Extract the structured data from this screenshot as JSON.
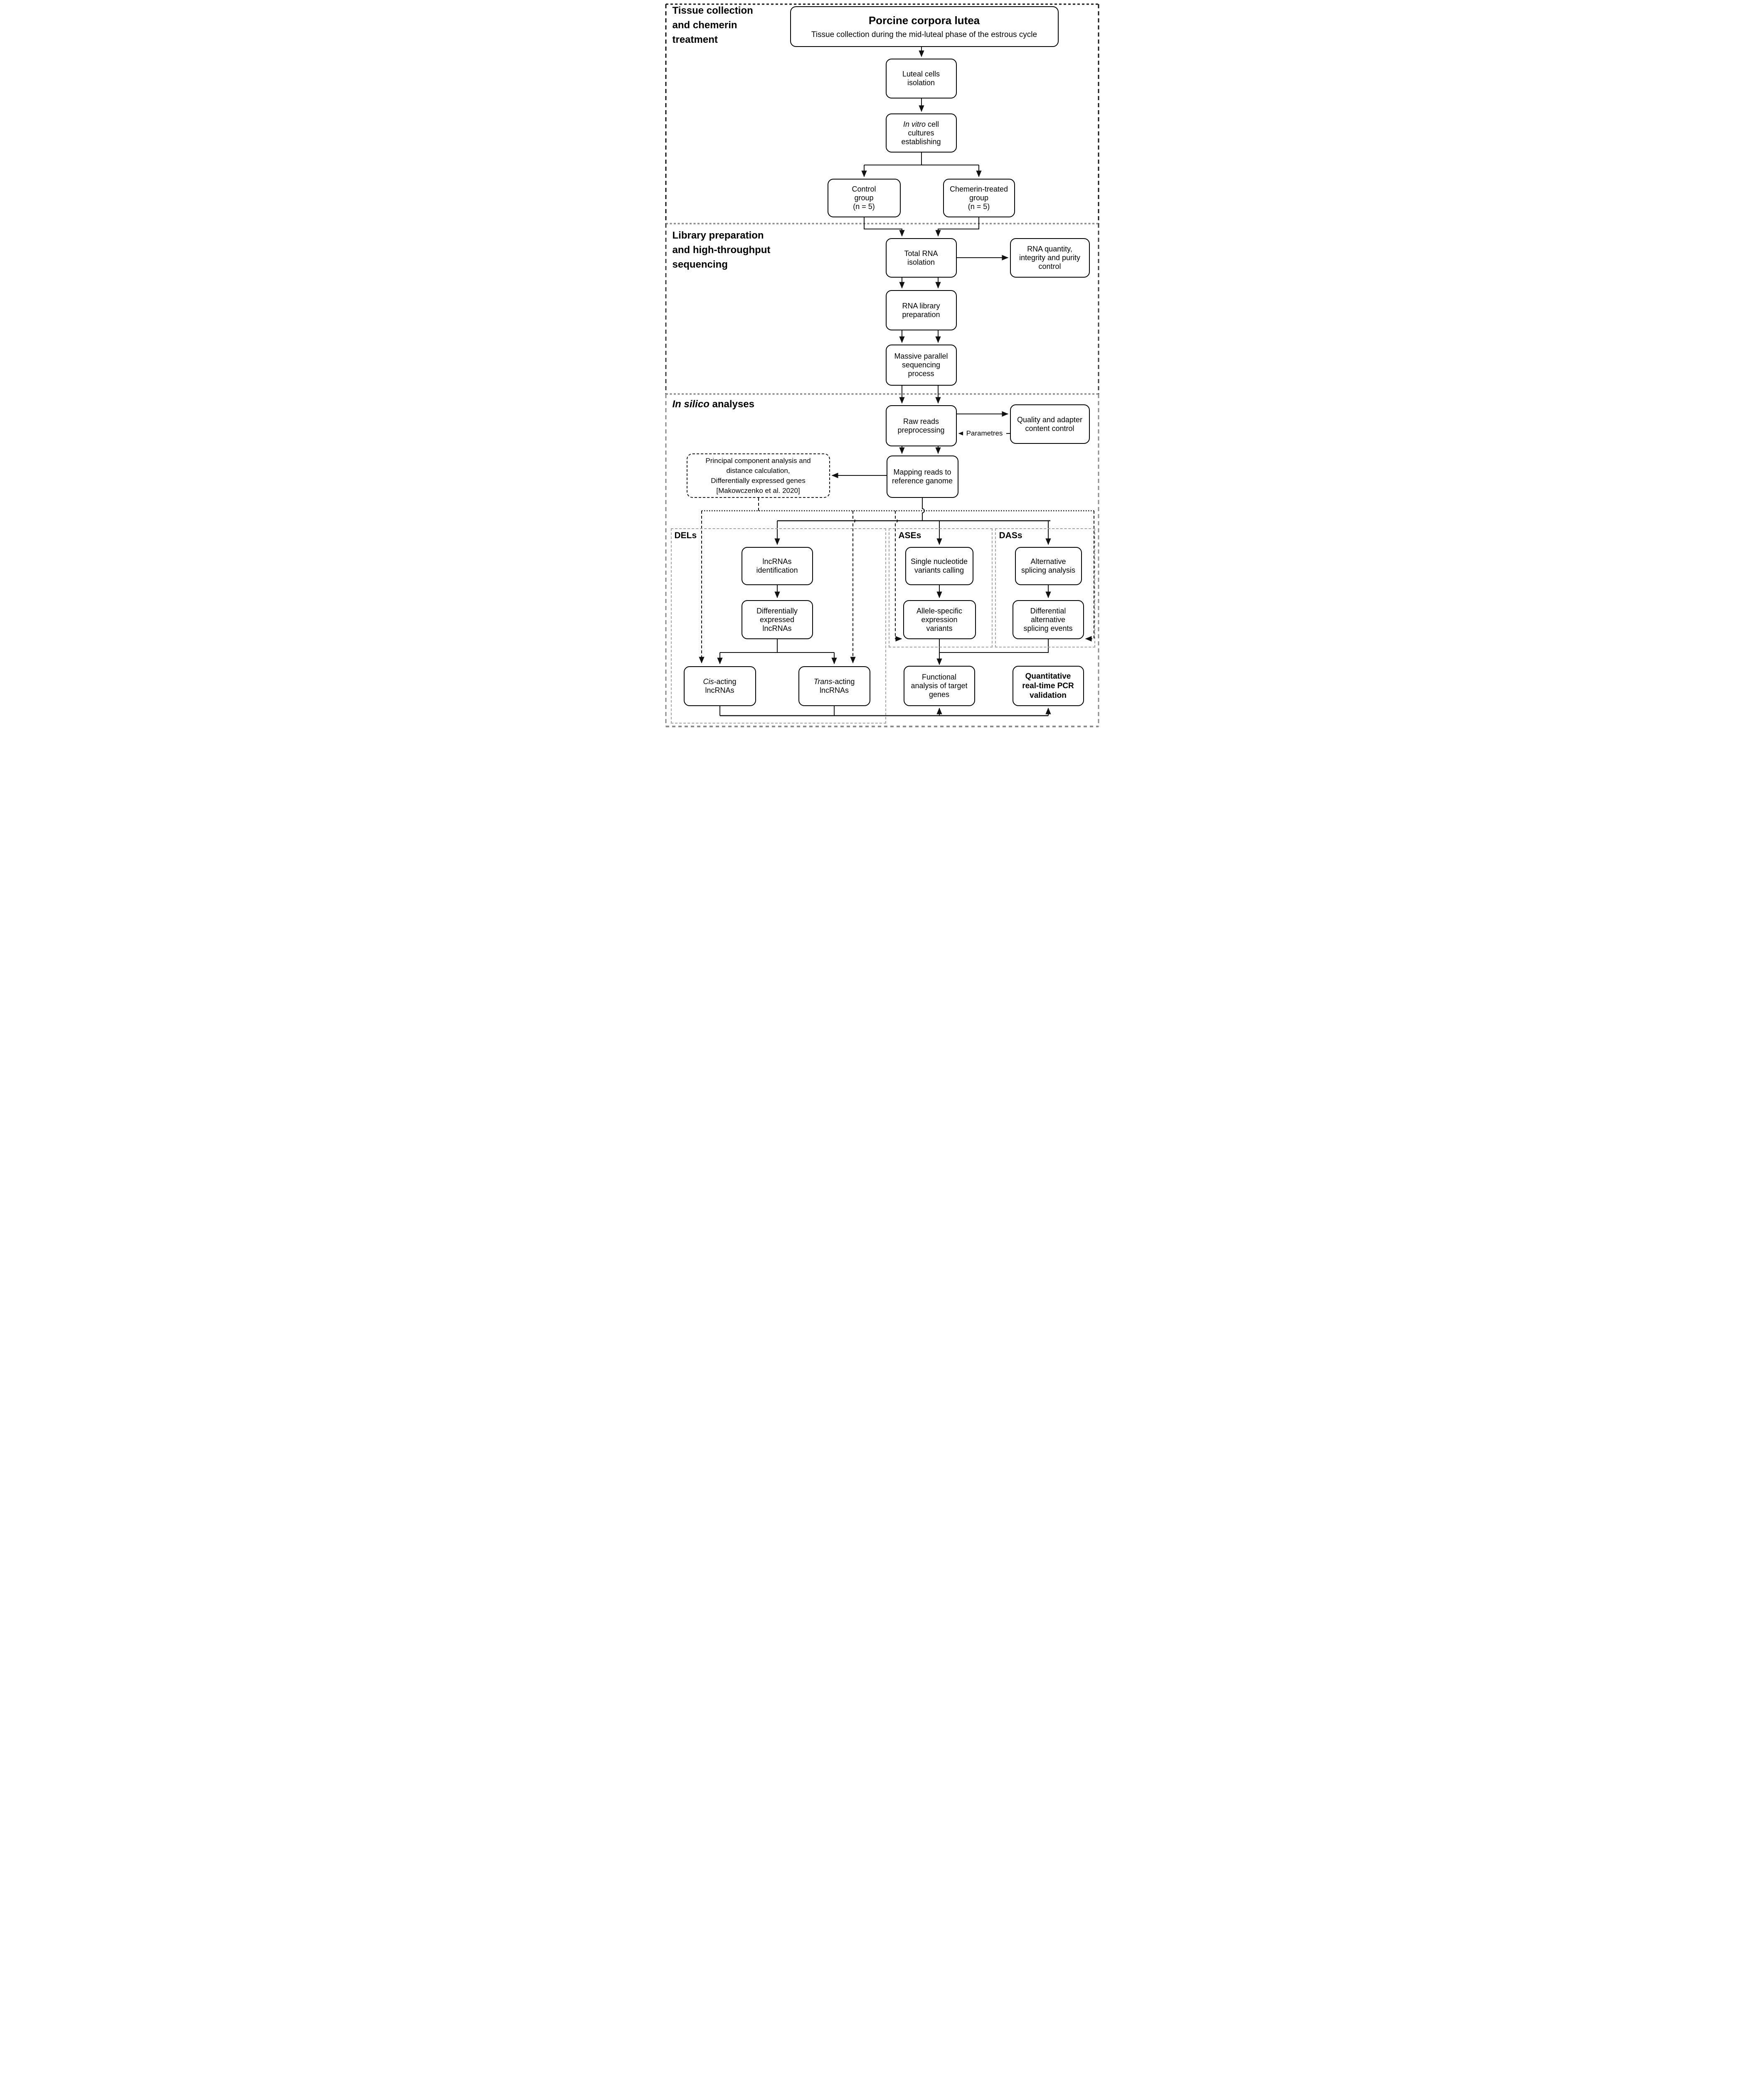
{
  "figure": {
    "sections": {
      "tissue": {
        "title": "Tissue collection\nand chemerin\ntreatment"
      },
      "library": {
        "title": "Library preparation\nand high-throughput\nsequencing"
      },
      "insilico": {
        "title_italic": "In silico",
        "title_rest": " analyses"
      }
    },
    "subsections": {
      "dels": {
        "label": "DELs"
      },
      "ases": {
        "label": "ASEs"
      },
      "dass": {
        "label": "DASs"
      }
    },
    "nodes": {
      "porcine": {
        "title": "Porcine corpora lutea",
        "subtitle": "Tissue collection during the mid-luteal phase of the estrous cycle"
      },
      "luteal": {
        "text": "Luteal cells\nisolation"
      },
      "invitro": {
        "italic": "In vitro",
        "rest": " cell",
        "tail": "\ncultures\nestablishing"
      },
      "control": {
        "text": "Control\ngroup\n(n = 5)"
      },
      "chemerin": {
        "text": "Chemerin-treated\ngroup\n(n = 5)"
      },
      "total_rna": {
        "text": "Total RNA\nisolation"
      },
      "rna_quality": {
        "text": "RNA quantity,\nintegrity and purity\ncontrol"
      },
      "rna_library": {
        "text": "RNA library\npreparation"
      },
      "massive_seq": {
        "text": "Massive parallel\nsequencing\nprocess"
      },
      "raw_reads": {
        "text": "Raw reads\npreprocessing"
      },
      "quality_adapter": {
        "text": "Quality and adapter\ncontent control"
      },
      "mapping": {
        "text": "Mapping reads to\nreference ganome"
      },
      "pca": {
        "text": "Principal component analysis and\ndistance calculation,\nDifferentially expressed genes\n[Makowczenko et al. 2020]"
      },
      "lnc_identification": {
        "text": "lncRNAs\nidentification"
      },
      "snv_calling": {
        "text": "Single nucleotide\nvariants calling"
      },
      "alt_splicing": {
        "text": "Alternative\nsplicing analysis"
      },
      "de_lncrnas": {
        "text": "Differentially\nexpressed\nlncRNAs"
      },
      "allele_specific": {
        "text": "Allele-specific\nexpression\nvariants"
      },
      "das_events": {
        "text": "Differential\nalternative\nsplicing events"
      },
      "cis": {
        "italic": "Cis",
        "rest": "-acting",
        "tail": "\nlncRNAs"
      },
      "trans": {
        "italic": "Trans",
        "rest": "-acting",
        "tail": "\nlncRNAs"
      },
      "functional": {
        "text": "Functional\nanalysis of target\ngenes"
      },
      "qpcr": {
        "text": "Quantitative\nreal-time PCR\nvalidation"
      }
    },
    "edge_labels": {
      "parametres": "Parametres"
    }
  }
}
